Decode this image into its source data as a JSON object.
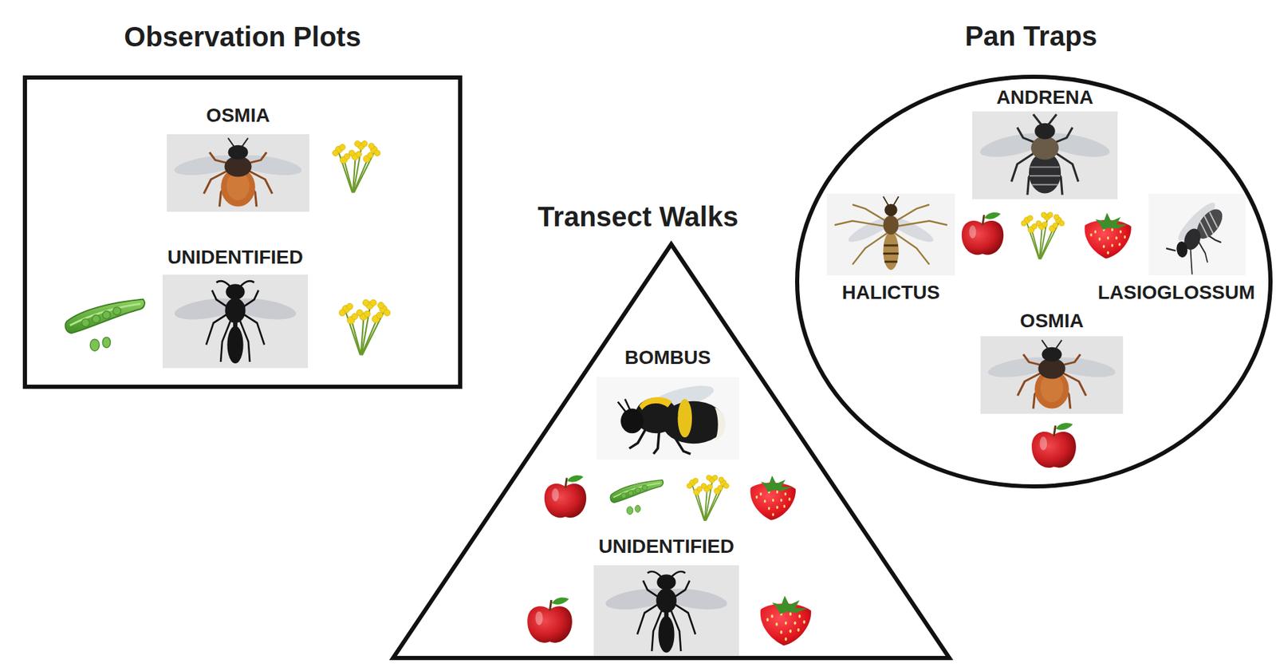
{
  "diagram": {
    "nodes": [
      {
        "text": [
          "Observation Plots"
        ]
      },
      {
        "text": [
          "OSMIA"
        ],
        "in": 0
      },
      {
        "text": [
          "UNIDENTIFIED"
        ],
        "in": 0
      },
      {
        "text": [
          "Transect Walks"
        ]
      },
      {
        "text": [
          "BOMBUS"
        ],
        "in": 3
      },
      {
        "text": [
          "UNIDENTIFIED"
        ],
        "in": 3
      },
      {
        "text": [
          "Pan Traps"
        ]
      },
      {
        "text": [
          "ANDRENA"
        ],
        "in": 6
      },
      {
        "text": [
          "HALICTUS"
        ],
        "in": 6
      },
      {
        "text": [
          "LASIOGLOSSUM"
        ],
        "in": 6
      },
      {
        "text": [
          "OSMIA"
        ],
        "in": 6
      }
    ]
  }
}
